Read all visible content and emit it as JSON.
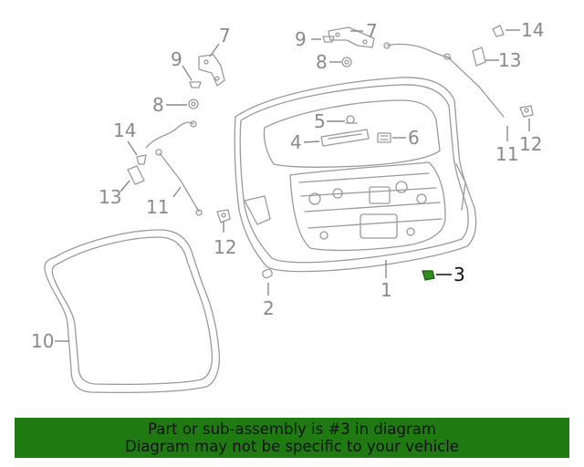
{
  "diagram": {
    "highlight_color": "#2e8b1e",
    "callouts": {
      "c1": "1",
      "c2": "2",
      "c3": "3",
      "c4": "4",
      "c5": "5",
      "c6": "6",
      "c7a": "7",
      "c7b": "7",
      "c8a": "8",
      "c8b": "8",
      "c9a": "9",
      "c9b": "9",
      "c10": "10",
      "c11a": "11",
      "c11b": "11",
      "c12a": "12",
      "c12b": "12",
      "c13a": "13",
      "c13b": "13",
      "c14a": "14",
      "c14b": "14"
    },
    "highlighted_part": "3"
  },
  "banner": {
    "line1": "Part or sub-assembly is #3 in diagram",
    "line2": "Diagram may not be specific to your vehicle",
    "background": "#1f7a12"
  }
}
